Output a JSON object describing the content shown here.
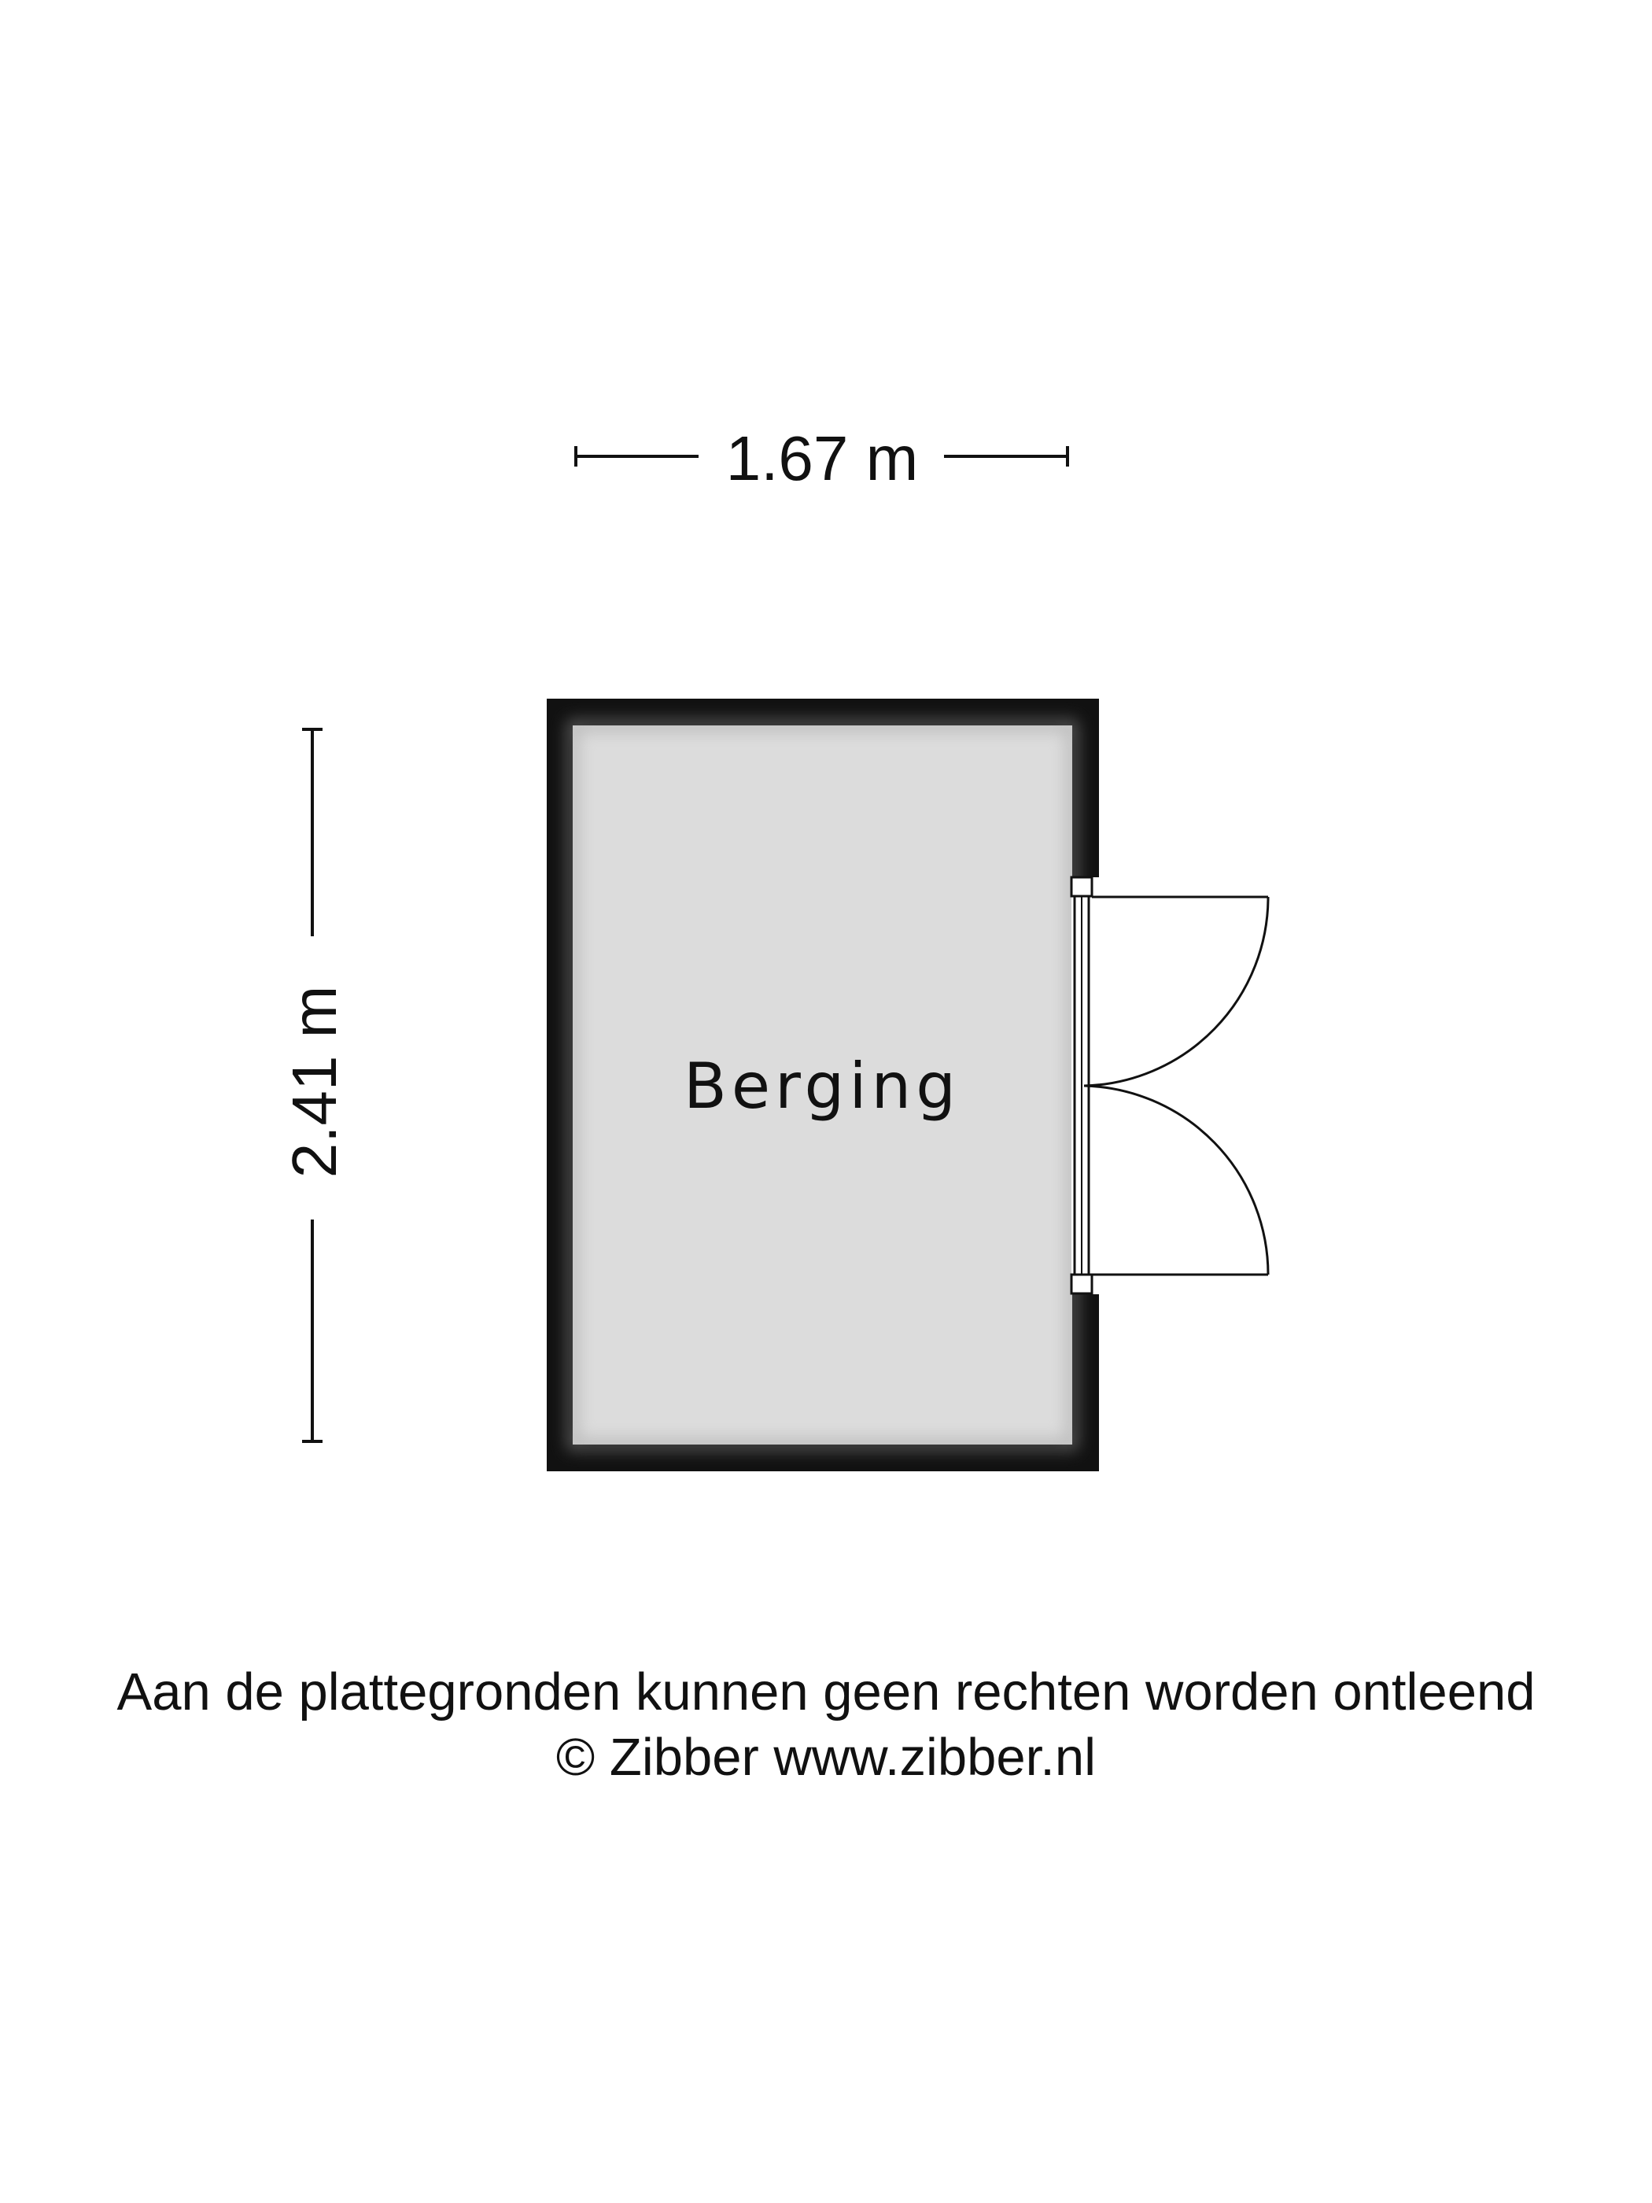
{
  "floorplan": {
    "width_dimension": "1.67 m",
    "height_dimension": "2.41 m",
    "room_name": "Berging",
    "colors": {
      "wall": "#111111",
      "floor": "#dcdcdc",
      "line": "#111111",
      "background": "#ffffff"
    }
  },
  "footer": {
    "disclaimer": "Aan de plattegronden kunnen geen rechten worden ontleend",
    "copyright": "© Zibber www.zibber.nl"
  }
}
